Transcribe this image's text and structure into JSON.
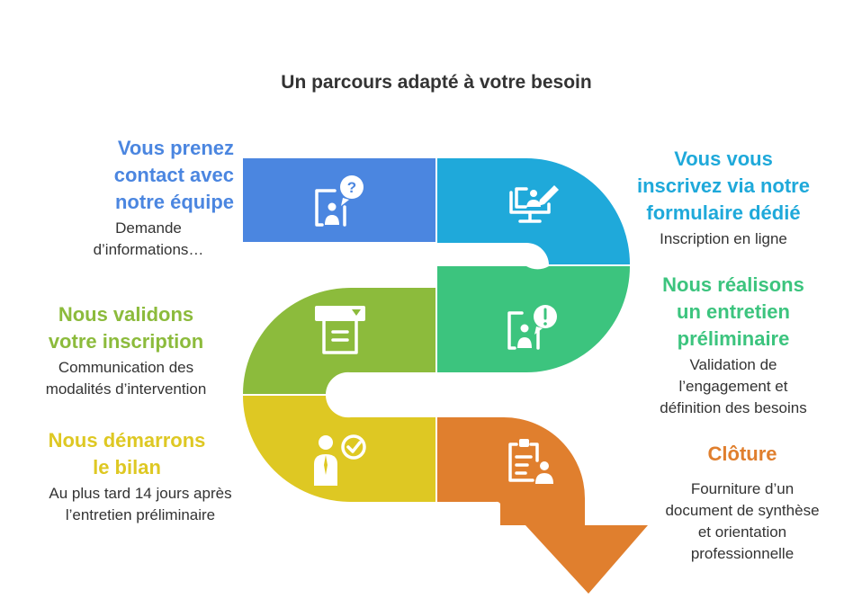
{
  "title": "Un parcours adapté à votre besoin",
  "steps": [
    {
      "heading": [
        "Vous prenez",
        "contact avec",
        "notre équipe"
      ],
      "description": [
        "Demande",
        "d’informations…"
      ],
      "color": "#4B86E0",
      "icon": "contact-question-icon"
    },
    {
      "heading": [
        "Vous vous",
        "inscrivez via notre",
        "formulaire dédié"
      ],
      "description": [
        "Inscription en ligne"
      ],
      "color": "#1FA9DA",
      "icon": "online-form-icon"
    },
    {
      "heading": [
        "Nous réalisons",
        "un entretien",
        "préliminaire"
      ],
      "description": [
        "Validation de",
        "l’engagement et",
        "définition des besoins"
      ],
      "color": "#3CC47E",
      "icon": "interview-alert-icon"
    },
    {
      "heading": [
        "Nous validons",
        "votre inscription"
      ],
      "description": [
        "Communication des",
        "modalités d’intervention"
      ],
      "color": "#8CBB3C",
      "icon": "document-validation-icon"
    },
    {
      "heading": [
        "Nous démarrons",
        "le bilan"
      ],
      "description": [
        "Au plus tard 14 jours après",
        "l’entretien préliminaire"
      ],
      "color": "#DEC823",
      "icon": "person-check-icon"
    },
    {
      "heading": [
        "Clôture"
      ],
      "description": [
        "Fourniture d’un",
        "document de synthèse",
        "et orientation",
        "professionnelle"
      ],
      "color": "#E07F2E",
      "icon": "clipboard-person-icon"
    }
  ]
}
